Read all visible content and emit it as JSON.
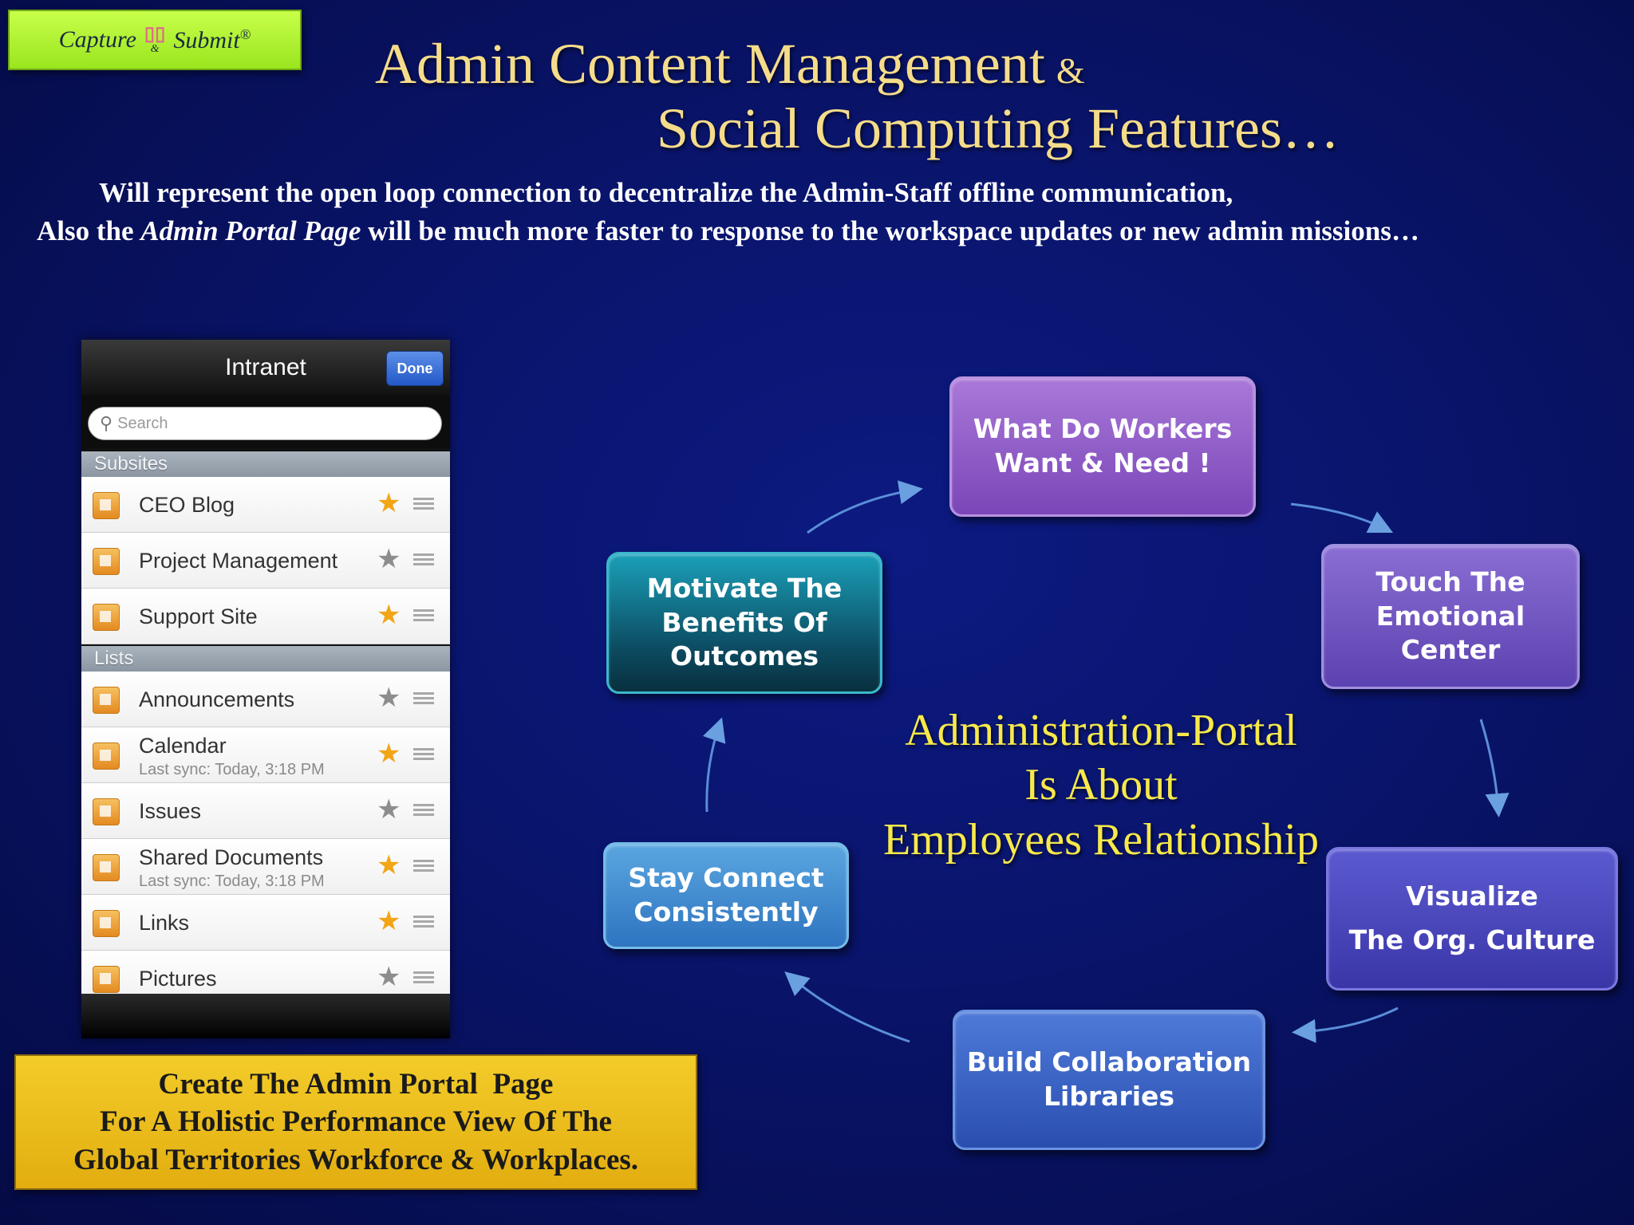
{
  "logo": {
    "left_text": "Capture",
    "amp": "&",
    "right_text": "Submit",
    "reg": "®"
  },
  "title": {
    "line1": "Admin Content Management",
    "line1_amp": "&",
    "line2": "Social Computing Features…"
  },
  "subtitle": {
    "line1": "Will represent the open loop connection to decentralize the Admin-Staff offline communication,",
    "line2_pre": "Also the ",
    "line2_em": "Admin Portal Page",
    "line2_post": " will be much more faster to response to the workspace updates or new admin missions…"
  },
  "phone": {
    "nav_title": "Intranet",
    "done_label": "Done",
    "search_placeholder": "Search",
    "sections": {
      "subsites": "Subsites",
      "lists": "Lists"
    },
    "subsites": [
      {
        "label": "CEO Blog",
        "starred": true
      },
      {
        "label": "Project Management",
        "starred": false
      },
      {
        "label": "Support Site",
        "starred": true
      }
    ],
    "lists": [
      {
        "label": "Announcements",
        "starred": false
      },
      {
        "label": "Calendar",
        "sub": "Last sync: Today, 3:18 PM",
        "starred": true
      },
      {
        "label": "Issues",
        "starred": false
      },
      {
        "label": "Shared Documents",
        "sub": "Last sync: Today, 3:18 PM",
        "starred": true
      },
      {
        "label": "Links",
        "starred": true
      }
    ],
    "partial_row": "Pictures"
  },
  "callout": {
    "line1": "Create The Admin Portal  Page",
    "line2": "For A Holistic Performance View Of The",
    "line3": "Global Territories Workforce & Workplaces."
  },
  "cycle": {
    "what": {
      "line1": "What Do Workers",
      "line2": "Want & Need !"
    },
    "touch": {
      "line1": "Touch The",
      "line2": "Emotional",
      "line3": "Center"
    },
    "visualize": {
      "line1": "Visualize",
      "line2": "The Org. Culture"
    },
    "build": {
      "line1": "Build Collaboration",
      "line2": "Libraries"
    },
    "stay": {
      "line1": "Stay Connect",
      "line2": "Consistently"
    },
    "motivate": {
      "line1": "Motivate The",
      "line2": "Benefits Of",
      "line3": "Outcomes"
    }
  },
  "center": {
    "line1": "Administration-Portal",
    "line2": "Is About",
    "line3": "Employees Relationship"
  },
  "colors": {
    "background": "#09146a",
    "title_gold": "#f5dc8a",
    "center_yellow": "#f7e94a",
    "logo_green": "#b4f236",
    "callout_gold": "#e8b818",
    "star_on": "#f2a516",
    "star_off": "#8d8d8d"
  }
}
